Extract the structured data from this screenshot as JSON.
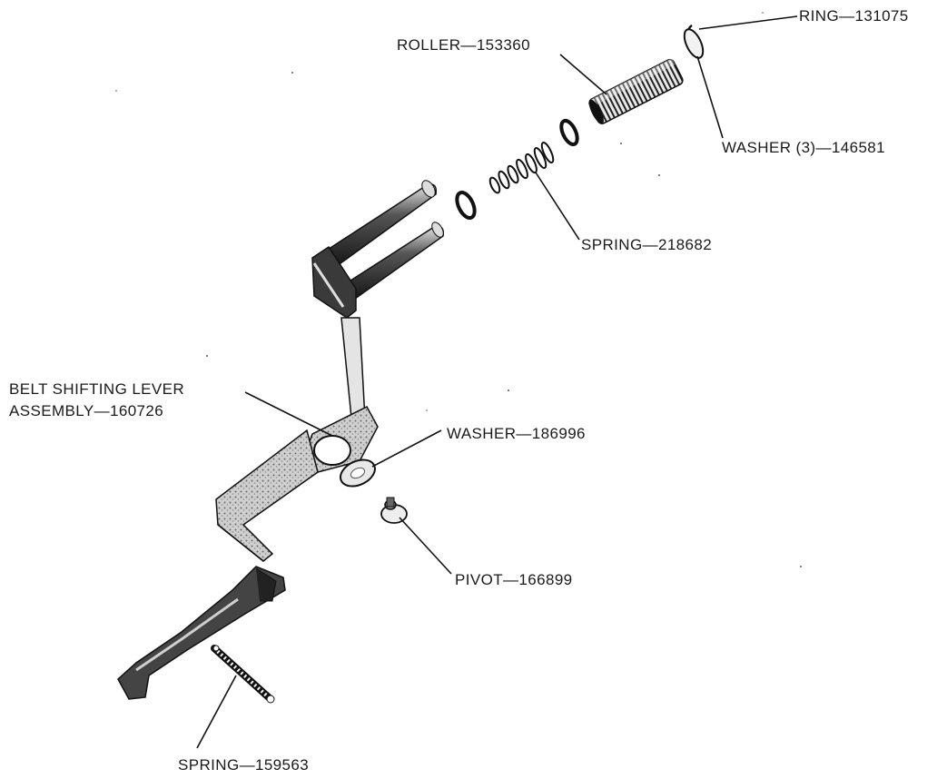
{
  "labels": {
    "ring": "RING—131075",
    "roller": "ROLLER—153360",
    "washer_3": "WASHER (3)—146581",
    "spring_218682": "SPRING—218682",
    "belt_lever_line1": "BELT SHIFTING LEVER",
    "belt_lever_line2": "ASSEMBLY—160726",
    "washer_186996": "WASHER—186996",
    "pivot": "PIVOT—166899",
    "spring_159563": "SPRING—159563"
  },
  "colors": {
    "ink": "#111111",
    "metal_dark": "#2a2a2a",
    "metal_mid": "#7a7a7a",
    "metal_light": "#d8d8d8"
  }
}
